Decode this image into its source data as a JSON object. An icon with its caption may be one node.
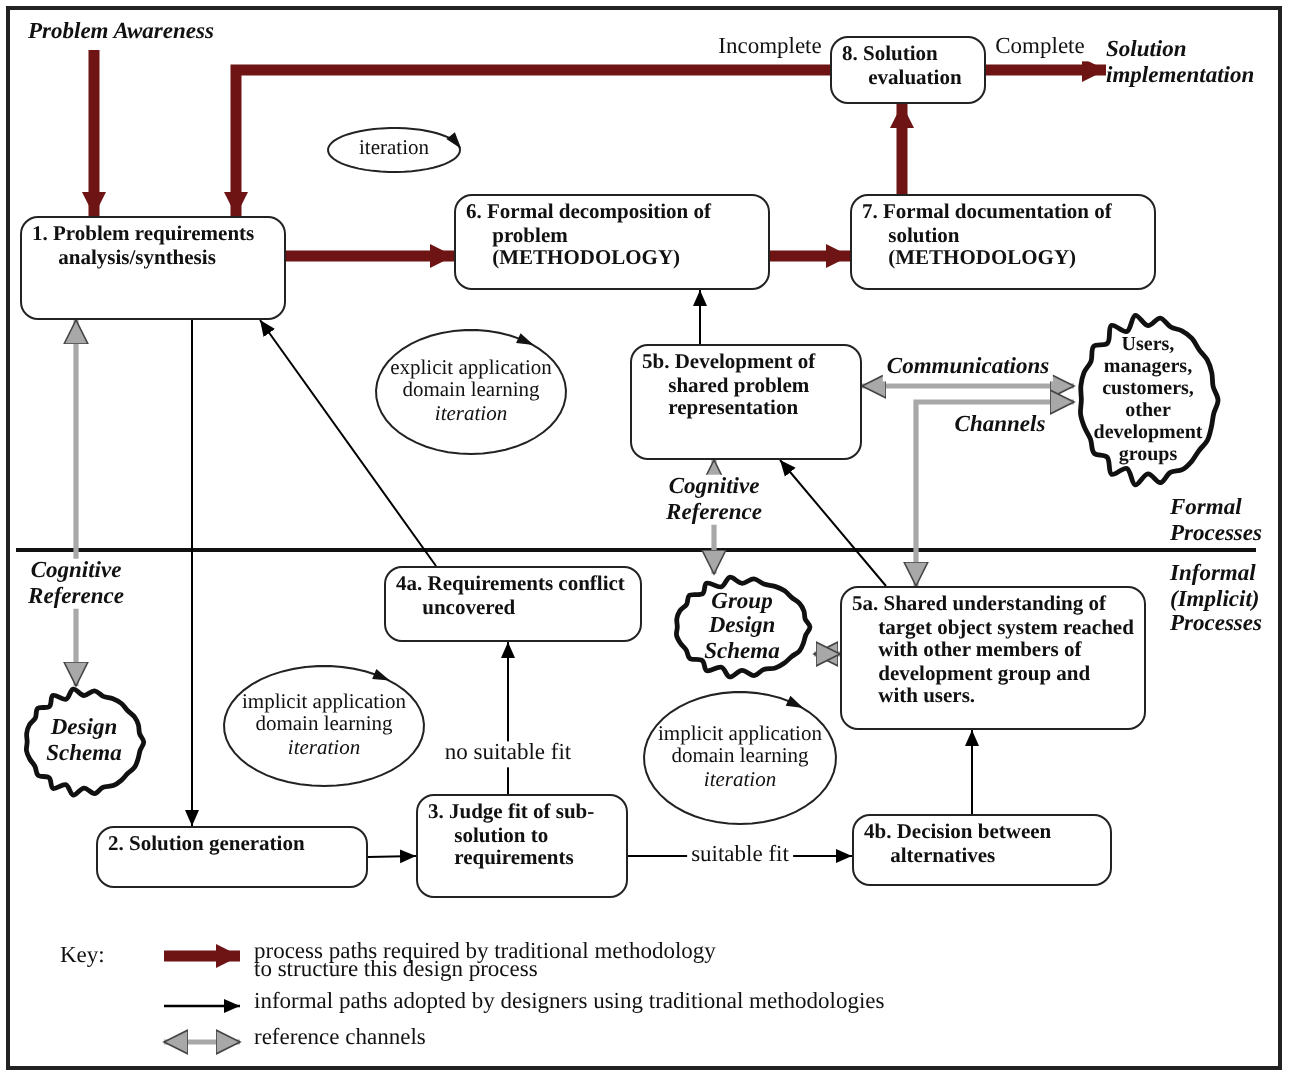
{
  "diagram": {
    "nodes": [
      {
        "text": [
          "Problem Awareness"
        ]
      },
      {
        "text": [
          "1. Problem requirements analysis/synthesis"
        ]
      },
      {
        "text": [
          "6. Formal decomposition of problem (METHODOLOGY)"
        ]
      },
      {
        "text": [
          "7. Formal documentation of solution (METHODOLOGY)"
        ]
      },
      {
        "text": [
          "8. Solution evaluation"
        ]
      },
      {
        "text": [
          "Solution implementation"
        ]
      },
      {
        "text": [
          "iteration"
        ]
      },
      {
        "text": [
          "explicit application domain learning",
          "iteration"
        ]
      },
      {
        "text": [
          "5b. Development of shared problem representation"
        ]
      },
      {
        "text": [
          "Users, managers, customers, other development groups"
        ]
      },
      {
        "text": [
          "Design Schema"
        ]
      },
      {
        "text": [
          "4a. Requirements conflict uncovered"
        ]
      },
      {
        "text": [
          "Group Design Schema"
        ]
      },
      {
        "text": [
          "5a. Shared understanding of target object system reached with other members of development group and with users."
        ]
      },
      {
        "text": [
          "implicit application domain learning",
          "iteration"
        ]
      },
      {
        "text": [
          "implicit application domain learning",
          "iteration"
        ]
      },
      {
        "text": [
          "2. Solution generation"
        ]
      },
      {
        "text": [
          "3. Judge fit of sub-solution to requirements"
        ]
      },
      {
        "text": [
          "4b. Decision between alternatives"
        ]
      }
    ],
    "edges": [
      {
        "from": 0,
        "to": 1,
        "arrow": "to",
        "style": "thick",
        "color": "#6e1414"
      },
      {
        "from": 1,
        "to": 2,
        "arrow": "to",
        "style": "thick",
        "color": "#6e1414"
      },
      {
        "from": 2,
        "to": 3,
        "arrow": "to",
        "style": "thick",
        "color": "#6e1414"
      },
      {
        "from": 3,
        "to": 4,
        "arrow": "to",
        "style": "thick",
        "color": "#6e1414"
      },
      {
        "from": 4,
        "to": 1,
        "arrow": "to",
        "label": "Incomplete",
        "style": "thick",
        "color": "#6e1414"
      },
      {
        "from": 4,
        "to": 5,
        "arrow": "to",
        "label": "Complete",
        "style": "thick",
        "color": "#6e1414"
      },
      {
        "from": 8,
        "to": 2,
        "arrow": "to"
      },
      {
        "from": 11,
        "to": 1,
        "arrow": "to"
      },
      {
        "from": 1,
        "to": 16,
        "arrow": "to"
      },
      {
        "from": 16,
        "to": 17,
        "arrow": "to"
      },
      {
        "from": 17,
        "to": 11,
        "arrow": "to",
        "label": "no suitable fit"
      },
      {
        "from": 17,
        "to": 18,
        "arrow": "to",
        "label": "suitable fit"
      },
      {
        "from": 18,
        "to": 13,
        "arrow": "to"
      },
      {
        "from": 13,
        "to": 8,
        "arrow": "to"
      },
      {
        "from": 1,
        "to": 10,
        "arrow": "both",
        "label": "Cognitive Reference",
        "color": "#a8a8a8"
      },
      {
        "from": 8,
        "to": 12,
        "arrow": "both",
        "label": "Cognitive Reference",
        "color": "#a8a8a8"
      },
      {
        "from": 8,
        "to": 9,
        "arrow": "both",
        "label": "Communications",
        "color": "#a8a8a8"
      },
      {
        "from": 13,
        "to": 9,
        "arrow": "both",
        "label": "Channels",
        "color": "#a8a8a8"
      },
      {
        "from": 12,
        "to": 13,
        "arrow": "both",
        "color": "#a8a8a8"
      }
    ],
    "labels": [
      "Formal Processes",
      "Informal (Implicit) Processes",
      "Key:"
    ],
    "legend": [
      {
        "text": "process paths required by traditional methodology to structure this design process"
      },
      {
        "text": "informal paths adopted by designers using traditional methodologies"
      },
      {
        "text": "reference channels"
      }
    ]
  }
}
